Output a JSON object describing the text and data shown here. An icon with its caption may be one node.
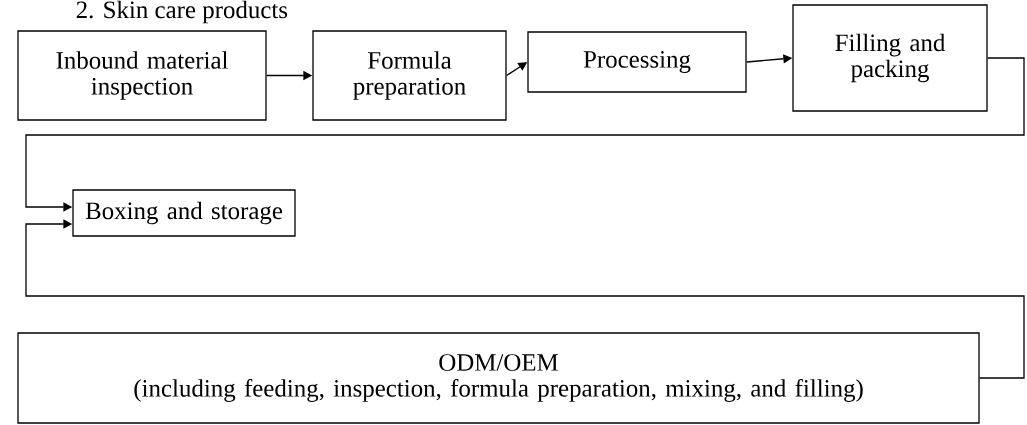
{
  "diagram": {
    "title": "2. Skin care products",
    "nodes": [
      {
        "text": [
          "Inbound material inspection"
        ]
      },
      {
        "text": [
          "Formula preparation"
        ]
      },
      {
        "text": [
          "Processing"
        ]
      },
      {
        "text": [
          "Filling and packing"
        ]
      },
      {
        "text": [
          "Boxing and storage"
        ]
      },
      {
        "text": [
          "ODM/OEM",
          "(including feeding, inspection, formula preparation, mixing, and filling)"
        ]
      }
    ],
    "edges": [
      {
        "from": 0,
        "to": 1,
        "arrow": "to"
      },
      {
        "from": 1,
        "to": 2,
        "arrow": "to"
      },
      {
        "from": 2,
        "to": 3,
        "arrow": "to"
      },
      {
        "from": 3,
        "to": 4,
        "arrow": "to"
      },
      {
        "from": 5,
        "to": 4,
        "arrow": "to"
      }
    ]
  }
}
